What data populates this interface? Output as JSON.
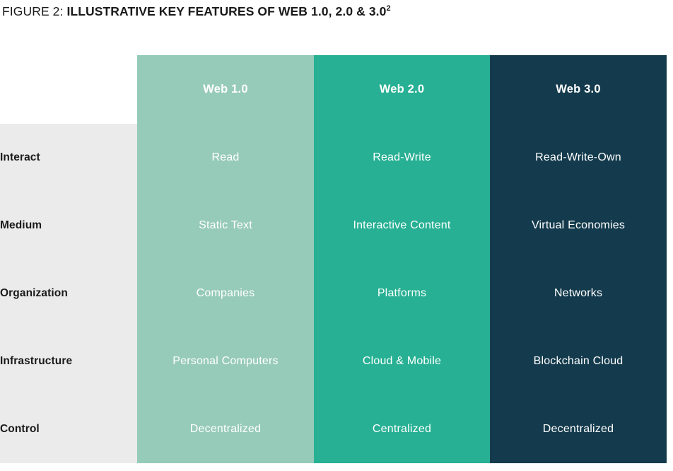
{
  "caption": {
    "prefix": "FIGURE 2:",
    "title": "ILLUSTRATIVE KEY FEATURES OF WEB 1.0, 2.0 & 3.0",
    "footnote_marker": "2"
  },
  "colors": {
    "web1": "#97cbb9",
    "web2": "#27b093",
    "web3": "#143b4d",
    "row_label_bg": "#ebebeb",
    "grid_line": "#ffffff",
    "text_dark": "#1a1a1a",
    "text_light": "#ffffff",
    "page_bg": "#ffffff"
  },
  "table": {
    "corner_label": "",
    "columns": [
      "Web 1.0",
      "Web 2.0",
      "Web 3.0"
    ],
    "rows": [
      {
        "label": "Interact",
        "cells": [
          "Read",
          "Read-Write",
          "Read-Write-Own"
        ]
      },
      {
        "label": "Medium",
        "cells": [
          "Static Text",
          "Interactive Content",
          "Virtual Economies"
        ]
      },
      {
        "label": "Organization",
        "cells": [
          "Companies",
          "Platforms",
          "Networks"
        ]
      },
      {
        "label": "Infrastructure",
        "cells": [
          "Personal Computers",
          "Cloud & Mobile",
          "Blockchain Cloud"
        ]
      },
      {
        "label": "Control",
        "cells": [
          "Decentralized",
          "Centralized",
          "Decentralized"
        ]
      }
    ]
  }
}
